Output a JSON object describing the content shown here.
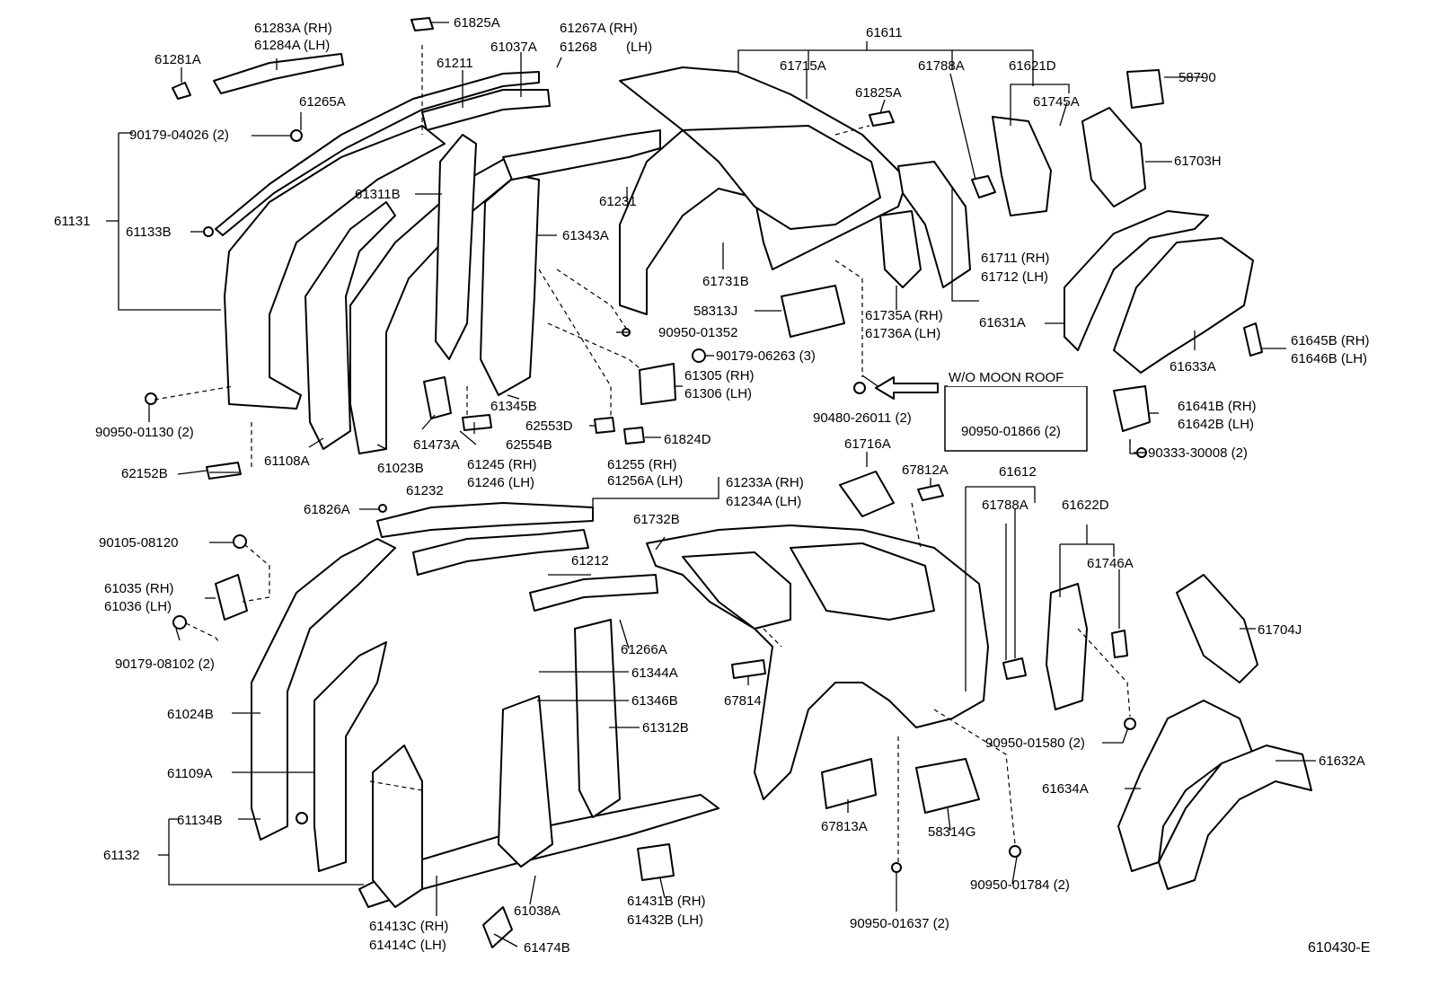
{
  "diagram_code": "610430-E",
  "inset": {
    "title": "W/O MOON ROOF",
    "part": "90950-01866 (2)"
  },
  "labels": {
    "l61283A": "61283A (RH)",
    "l61284A": "61284A (LH)",
    "l61825A_top": "61825A",
    "l61267A": "61267A (RH)",
    "l61268": "61268",
    "l61268LH": "(LH)",
    "l61611": "61611",
    "l61281A": "61281A",
    "l61037A": "61037A",
    "l61211": "61211",
    "l61715A": "61715A",
    "l61788A_top": "61788A",
    "l61621D": "61621D",
    "l58790": "58790",
    "l61265A": "61265A",
    "l61825A_mid": "61825A",
    "l61745A": "61745A",
    "l90179_04026": "90179-04026 (2)",
    "l61703H": "61703H",
    "l61311B": "61311B",
    "l61231": "61231",
    "l61131": "61131",
    "l61133B": "61133B",
    "l61343A": "61343A",
    "l61711": "61711 (RH)",
    "l61712": "61712 (LH)",
    "l61731B": "61731B",
    "l58313J": "58313J",
    "l61735A": "61735A (RH)",
    "l61736A": "61736A (LH)",
    "l61631A": "61631A",
    "l90950_01352": "90950-01352",
    "l90179_06263": "90179-06263 (3)",
    "l61645B": "61645B (RH)",
    "l61646B": "61646B (LH)",
    "l61633A": "61633A",
    "l61305": "61305 (RH)",
    "l61306": "61306 (LH)",
    "l61641B": "61641B (RH)",
    "l61642B": "61642B (LH)",
    "l90950_01130": "90950-01130 (2)",
    "l61345B": "61345B",
    "l90480_26011": "90480-26011 (2)",
    "l62553D": "62553D",
    "l61473A": "61473A",
    "l62554B": "62554B",
    "l61824D": "61824D",
    "l90333_30008": "90333-30008 (2)",
    "l61108A": "61108A",
    "l61023B": "61023B",
    "l61716A": "61716A",
    "l61245": "61245 (RH)",
    "l61246": "61246 (LH)",
    "l61255": "61255 (RH)",
    "l61256A": "61256A (LH)",
    "l67812A": "67812A",
    "l61612": "61612",
    "l62152B": "62152B",
    "l61232": "61232",
    "l61233A": "61233A (RH)",
    "l61234A": "61234A (LH)",
    "l61788A_bot": "61788A",
    "l61622D": "61622D",
    "l61826A": "61826A",
    "l61732B": "61732B",
    "l90105_08120": "90105-08120",
    "l61746A": "61746A",
    "l61212": "61212",
    "l61035": "61035 (RH)",
    "l61036": "61036 (LH)",
    "l61704J": "61704J",
    "l61266A": "61266A",
    "l90179_08102": "90179-08102 (2)",
    "l61344A": "61344A",
    "l67814": "67814",
    "l61024B": "61024B",
    "l61346B": "61346B",
    "l61312B": "61312B",
    "l90950_01580": "90950-01580 (2)",
    "l61632A": "61632A",
    "l61109A": "61109A",
    "l61634A": "61634A",
    "l61134B": "61134B",
    "l67813A": "67813A",
    "l58314G": "58314G",
    "l61132": "61132",
    "l90950_01784": "90950-01784 (2)",
    "l61431B": "61431B (RH)",
    "l61432B": "61432B (LH)",
    "l61038A": "61038A",
    "l61413C": "61413C (RH)",
    "l61414C": "61414C (LH)",
    "l90950_01637": "90950-01637 (2)",
    "l61474B": "61474B"
  }
}
